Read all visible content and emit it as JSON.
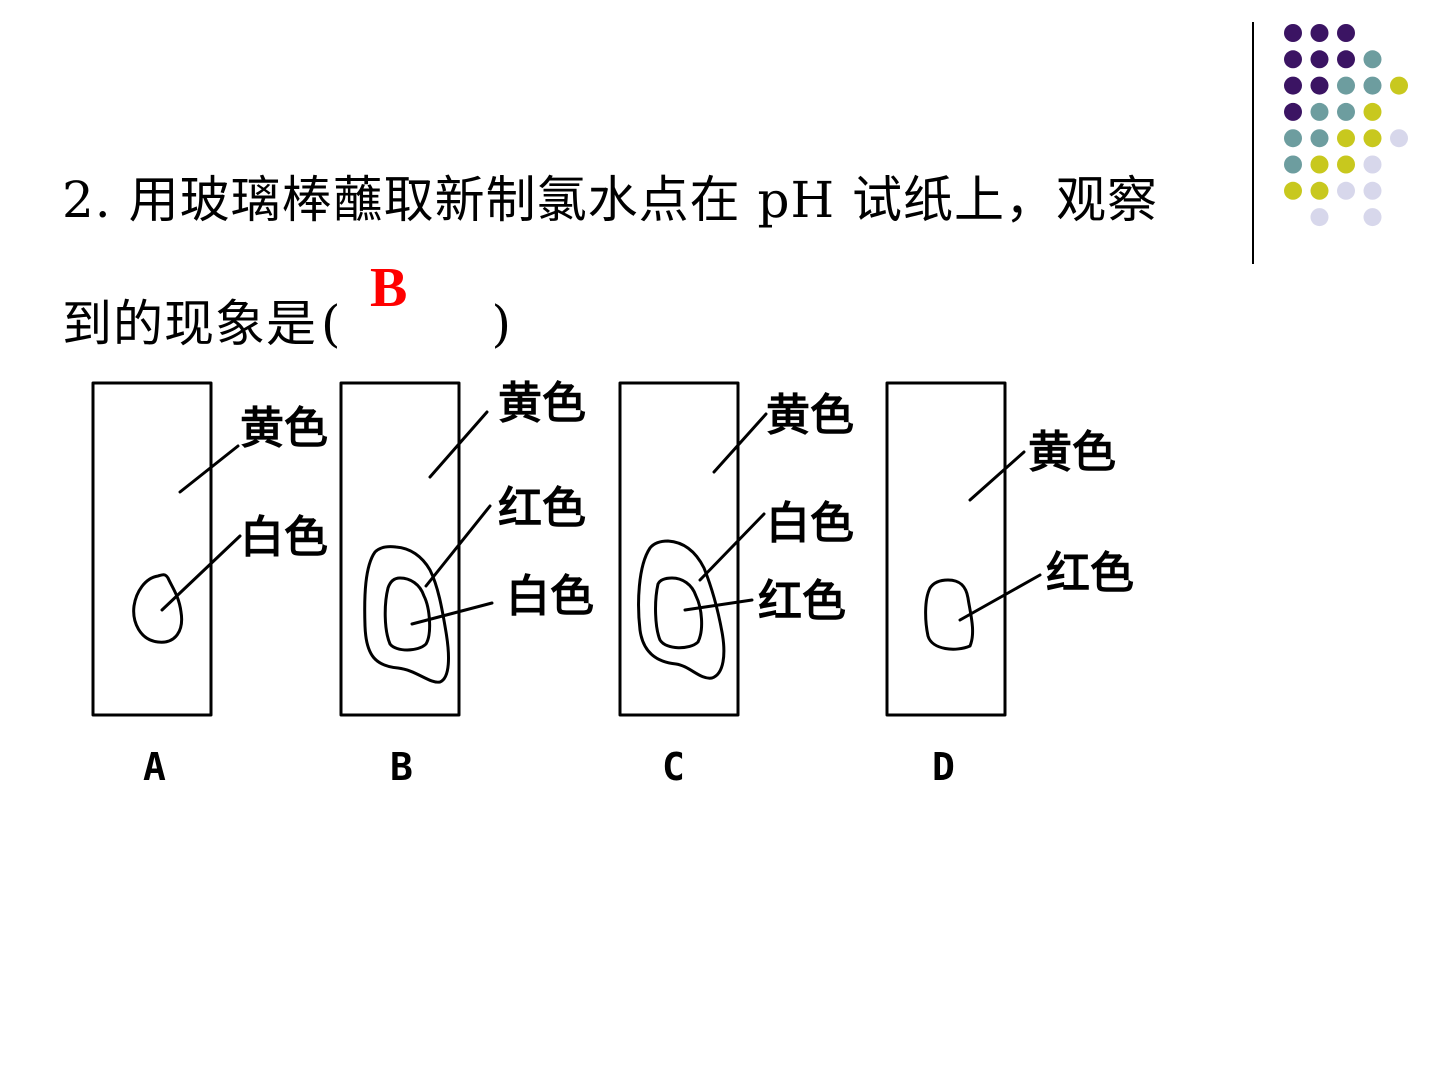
{
  "question": {
    "line1": "2. 用玻璃棒蘸取新制氯水点在 pH 试纸上，观察",
    "line2_prefix": "到的现象是",
    "paren_open": "(",
    "paren_close": ")",
    "answer": "B"
  },
  "options": [
    {
      "letter": "A",
      "outer_label": "黄色",
      "spot_label": "白色"
    },
    {
      "letter": "B",
      "outer_label": "黄色",
      "ring_label": "红色",
      "center_label": "白色"
    },
    {
      "letter": "C",
      "outer_label": "黄色",
      "ring_label": "白色",
      "center_label": "红色"
    },
    {
      "letter": "D",
      "outer_label": "黄色",
      "spot_label": "红色"
    }
  ],
  "colors": {
    "answer": "#ff0000",
    "dot_purple": "#3b1463",
    "dot_teal": "#6d9d9f",
    "dot_olive": "#c8c81e",
    "dot_lavender": "#d7d7eb"
  }
}
